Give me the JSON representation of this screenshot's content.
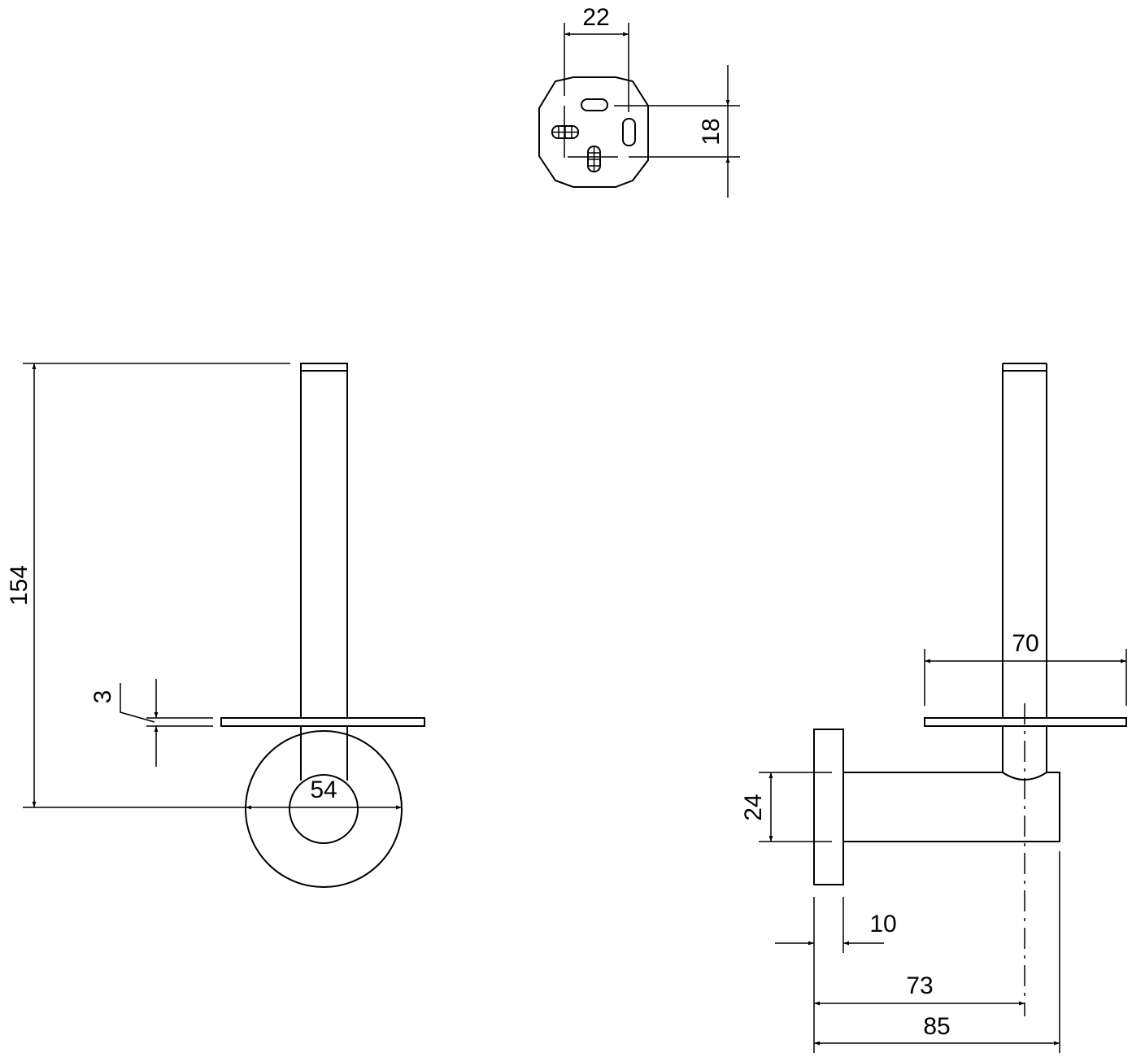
{
  "drawing": {
    "colors": {
      "line": "#000000",
      "background": "#ffffff"
    },
    "top_view": {
      "dimensions": {
        "hole_spacing_horizontal": "22",
        "hole_spacing_vertical": "18"
      }
    },
    "front_view": {
      "dimensions": {
        "overall_height": "154",
        "rosette_diameter": "54",
        "plate_thickness": "3"
      }
    },
    "side_view": {
      "dimensions": {
        "plate_width": "70",
        "arm_height": "24",
        "rosette_depth": "10",
        "post_centerline_projection": "73",
        "overall_projection": "85"
      }
    }
  }
}
